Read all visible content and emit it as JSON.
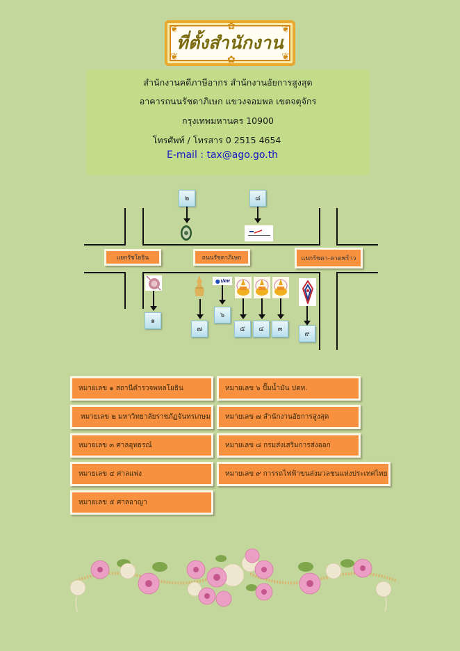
{
  "header": {
    "title": "ที่ตั้งสำนักงาน"
  },
  "office_info": {
    "line1": "สำนักงานคดีภาษีอากร  สำนักงานอัยการสูงสุด",
    "line2": "อาคารถนนรัชดาภิเษก  แขวงจอมพล  เขตจตุจักร",
    "line3": "กรุงเทพมหานคร  10900",
    "line4": "โทรศัพท์ / โทรสาร  0 2515 4654",
    "email": "E-mail : tax@ago.go.th"
  },
  "map": {
    "road_labels": {
      "left": "แยกรัชโยธิน",
      "center": "ถนนรัชดาภิเษก",
      "right": "แยกรัชดา-ลาดพร้าว"
    },
    "markers": {
      "m1": "๑",
      "m2": "๒",
      "m3": "๓",
      "m4": "๔",
      "m5": "๕",
      "m6": "๖",
      "m7": "๗",
      "m8": "๘",
      "m9": "๙"
    },
    "ptt_logo_text": "ปตท"
  },
  "legend": [
    {
      "label": "หมายเลข ๑ สถานีตำรวจพหลโยธิน"
    },
    {
      "label": "หมายเลข ๒ มหาวิทยาลัยราชภัฏจันทรเกษม"
    },
    {
      "label": "หมายเลข ๓ ศาลอุทธรณ์"
    },
    {
      "label": "หมายเลข ๔ ศาลแพ่ง"
    },
    {
      "label": "หมายเลข ๕ ศาลอาญา"
    },
    {
      "label": "หมายเลข ๖ ปั๊มน้ำมัน ปตท."
    },
    {
      "label": "หมายเลข ๗ สำนักงานอัยการสูงสุด"
    },
    {
      "label": "หมายเลข ๘ กรมส่งเสริมการส่งออก"
    },
    {
      "label": "หมายเลข ๙ การรถไฟฟ้าขนส่งมวลชนแห่งประเทศไทย"
    }
  ],
  "colors": {
    "background": "#c3d69b",
    "info_box": "#c2dc8a",
    "label_orange": "#f7913f",
    "email_blue": "#1515c8"
  }
}
